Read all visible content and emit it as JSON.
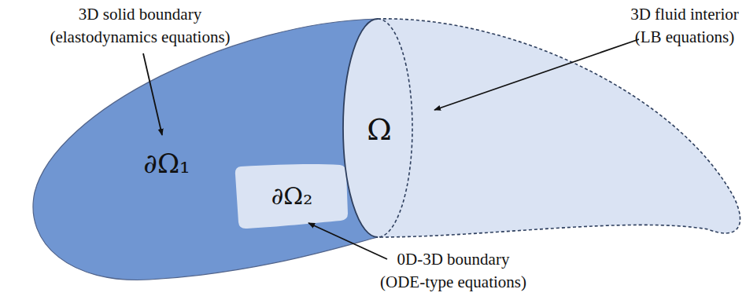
{
  "diagram": {
    "nodes": [
      {
        "text": [
          "∂Ω₁"
        ]
      },
      {
        "text": [
          "∂Ω₂"
        ],
        "in": 0
      },
      {
        "text": [
          "Ω"
        ]
      }
    ],
    "labels": [
      "3D solid boundary (elastodynamics equations)",
      "3D fluid interior (LB equations)",
      "0D-3D boundary (ODE-type equations)"
    ]
  }
}
